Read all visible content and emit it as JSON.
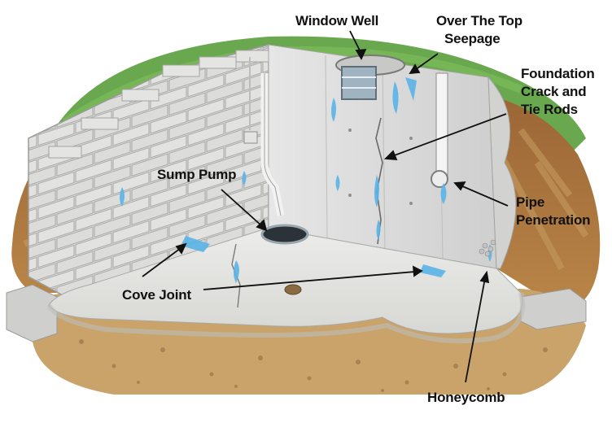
{
  "labels": {
    "window_well": "Window Well",
    "over_the_top": [
      "Over The Top",
      "Seepage"
    ],
    "foundation_crack": [
      "Foundation",
      "Crack and",
      "Tie Rods"
    ],
    "sump_pump": "Sump Pump",
    "pipe_penetration": [
      "Pipe",
      "Penetration"
    ],
    "cove_joint": "Cove Joint",
    "honeycomb": "Honeycomb"
  },
  "colors": {
    "grass": "#6aa84f",
    "soil": "#a0693a",
    "gravel": "#c9a36a",
    "concrete_floor": "#e4e4e2",
    "wall": "#dcdcdc",
    "block": "#d6d6d4",
    "water": "#5bb4e8",
    "text": "#111111"
  }
}
